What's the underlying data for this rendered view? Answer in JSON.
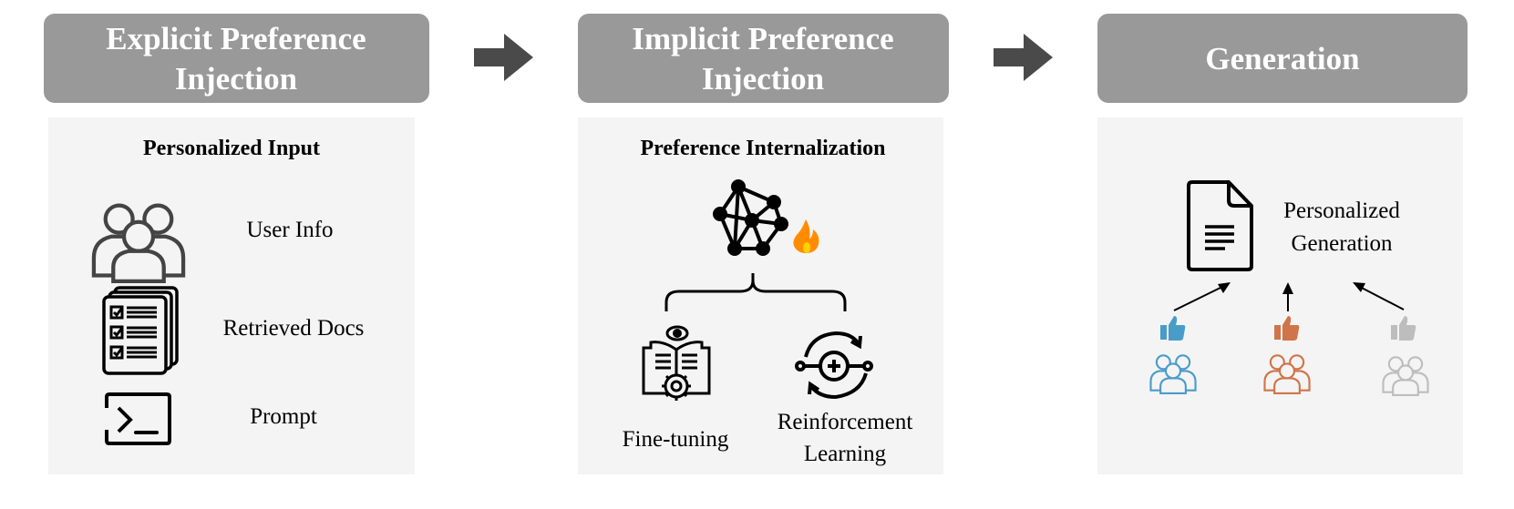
{
  "stages": [
    {
      "title_lines": [
        "Explicit Preference",
        "Injection"
      ],
      "panel_title": "Personalized Input",
      "items": [
        {
          "label": "User Info",
          "icon": "users-icon"
        },
        {
          "label": "Retrieved Docs",
          "icon": "documents-checklist-icon"
        },
        {
          "label": "Prompt",
          "icon": "terminal-icon"
        }
      ]
    },
    {
      "title_lines": [
        "Implicit Preference",
        "Injection"
      ],
      "panel_title": "Preference Internalization",
      "model_icon": "neural-network-icon",
      "trainable_icon": "flame-icon",
      "methods": [
        {
          "label_lines": [
            "Fine-tuning"
          ],
          "icon": "book-gear-icon"
        },
        {
          "label_lines": [
            "Reinforcement",
            "Learning"
          ],
          "icon": "reinforcement-cycle-icon"
        }
      ]
    },
    {
      "title_lines": [
        "Generation"
      ],
      "output_lines": [
        "Personalized",
        "Generation"
      ],
      "output_icon": "document-icon",
      "user_groups": [
        {
          "color": "#4a9cc8",
          "icon": "thumbs-up-icon"
        },
        {
          "color": "#d0744a",
          "icon": "thumbs-up-icon"
        },
        {
          "color": "#bdbdbd",
          "icon": "thumbs-up-icon"
        }
      ]
    }
  ],
  "colors": {
    "header": "#999999",
    "panel": "#f4f4f4",
    "arrow": "#4a4a4a",
    "flame": "#ff8c00"
  }
}
